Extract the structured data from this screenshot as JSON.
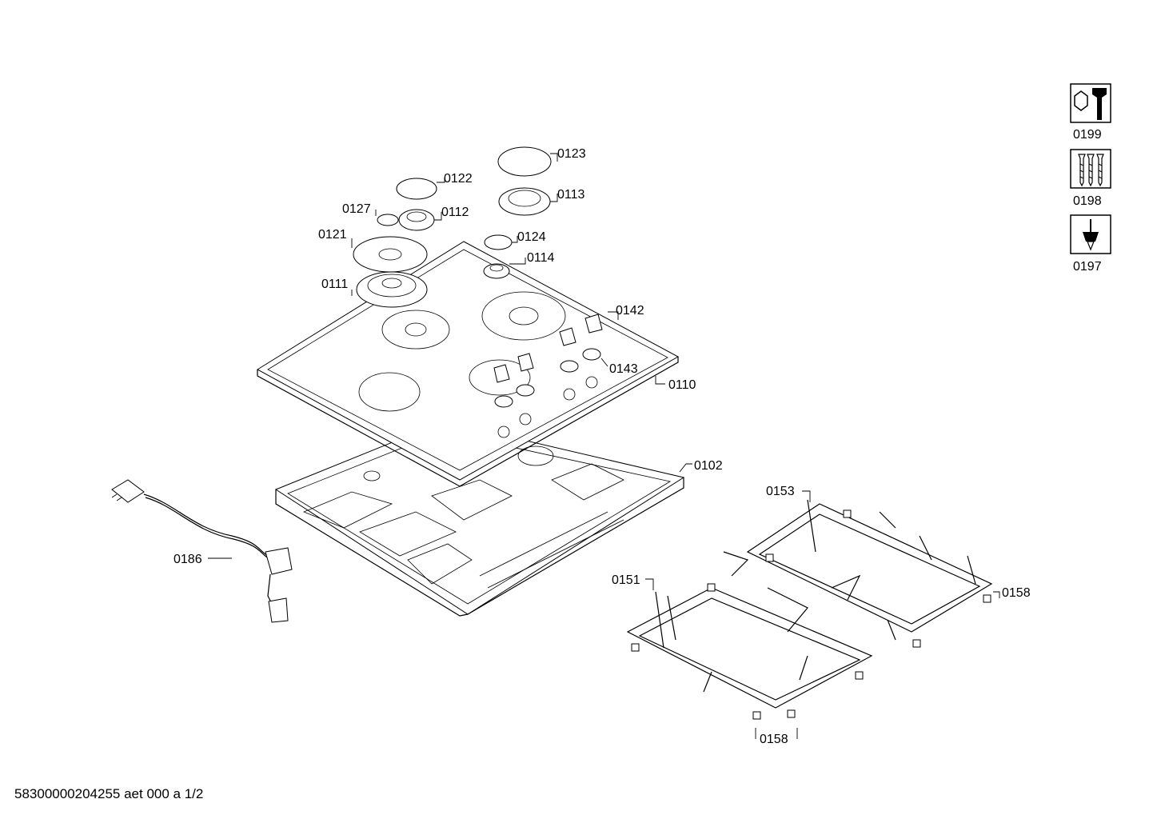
{
  "labels": {
    "l0123": "0123",
    "l0122": "0122",
    "l0113": "0113",
    "l0127": "0127",
    "l0112": "0112",
    "l0121": "0121",
    "l0124": "0124",
    "l0114": "0114",
    "l0111": "0111",
    "l0142": "0142",
    "l0143": "0143",
    "l0110": "0110",
    "l0102": "0102",
    "l0186": "0186",
    "l0153": "0153",
    "l0151": "0151",
    "l0158a": "0158",
    "l0158b": "0158"
  },
  "icons": [
    {
      "name": "wrench-nut-icon",
      "label": "0199"
    },
    {
      "name": "screws-icon",
      "label": "0198"
    },
    {
      "name": "screwdriver-icon",
      "label": "0197"
    }
  ],
  "footer": {
    "doc_id": "58300000204255 aet 000 a  1/2"
  }
}
